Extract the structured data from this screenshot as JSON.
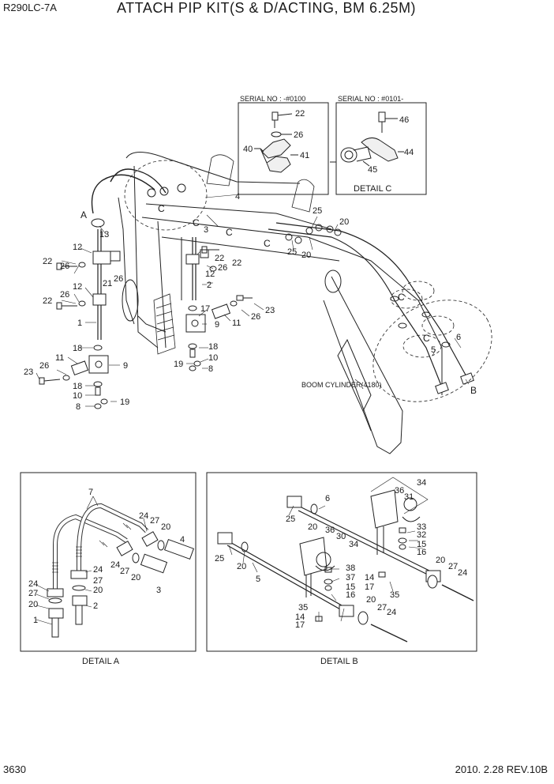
{
  "header": {
    "model": "R290LC-7A",
    "title": "ATTACH PIP KIT(S & D/ACTING, BM 6.25M)"
  },
  "footer": {
    "page_number": "3630",
    "revision": "2010. 2.28  REV.10B"
  },
  "serial_boxes": {
    "left_label": "SERIAL NO :  -#0100",
    "right_label": "SERIAL NO :  #0101-"
  },
  "details": {
    "a": "DETAIL A",
    "b": "DETAIL B",
    "c": "DETAIL  C"
  },
  "annotations": {
    "boom_cylinder": "BOOM CYLINDER(4180)"
  },
  "callouts": {
    "c22": "22",
    "c26": "26",
    "c40": "40",
    "c41": "41",
    "c46": "46",
    "c44": "44",
    "c45": "45",
    "m4": "4",
    "m25a": "25",
    "m20a": "20",
    "m3": "3",
    "m25b": "25",
    "m20b": "20",
    "mA": "A",
    "m13": "13",
    "m12a": "12",
    "m22a": "22",
    "m26a": "26",
    "m21": "21",
    "m26b": "26",
    "m12b": "12",
    "m22b": "22",
    "m26c": "26",
    "m1": "1",
    "m22c": "22",
    "m12c": "12",
    "m26d": "26",
    "m22d": "22",
    "m2": "2",
    "m17": "17",
    "m9a": "9",
    "m11a": "11",
    "m26e": "26",
    "m23a": "23",
    "m18a": "18",
    "m10a": "10",
    "m19a": "19",
    "m8a": "8",
    "m11b": "11",
    "m26f": "26",
    "m23b": "23",
    "m18b": "18",
    "m9b": "9",
    "m10b": "10",
    "m19b": "19",
    "m8b": "8",
    "m5": "5",
    "m6": "6",
    "mB": "B",
    "mC1": "C",
    "mC2": "C",
    "mC3": "C",
    "mC4": "C",
    "mC5": "C",
    "mC6": "C",
    "a7": "7",
    "a24": "24",
    "a27": "27",
    "a20": "20",
    "a4": "4",
    "a24b": "24",
    "a27b": "27",
    "a20b": "20",
    "a3": "3",
    "a24c": "24",
    "a27c": "27",
    "a20c": "20",
    "a1": "1",
    "a24d": "24",
    "a27d": "27",
    "a20d": "20",
    "a2": "2",
    "b6": "6",
    "b25": "25",
    "b34": "34",
    "b36": "36",
    "b31": "31",
    "b20": "20",
    "b36b": "36",
    "b30": "30",
    "b33": "33",
    "b32": "32",
    "b15": "15",
    "b16": "16",
    "b34b": "34",
    "b25b": "25",
    "b20b": "20",
    "b5": "5",
    "b38": "38",
    "b37": "37",
    "b15b": "15",
    "b16b": "16",
    "b14": "14",
    "b17": "17",
    "b35": "35",
    "b20c": "20",
    "b27": "27",
    "b24": "24",
    "b20d": "20",
    "b27b": "27",
    "b24b": "24",
    "b35b": "35",
    "b14b": "14",
    "b17b": "17"
  }
}
